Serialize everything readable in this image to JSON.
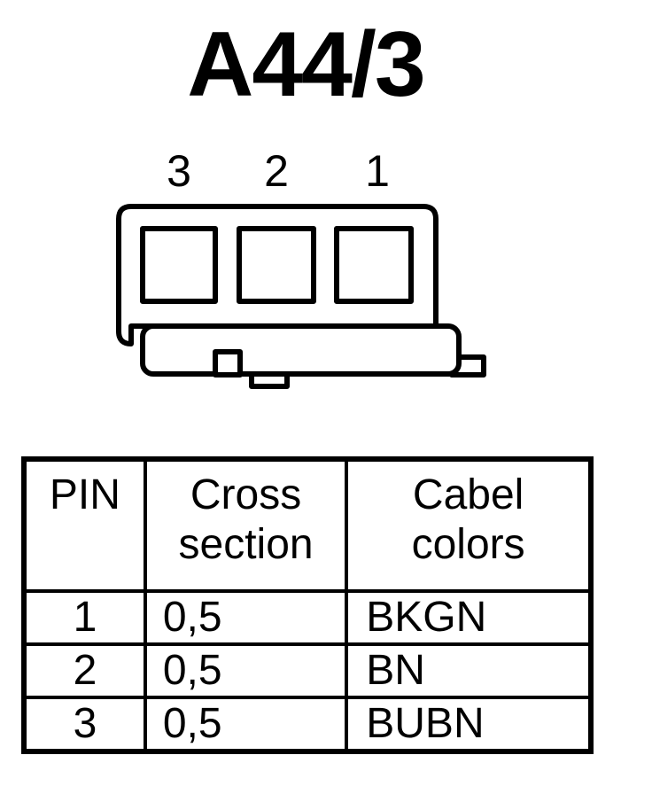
{
  "connector": {
    "title": "A44/3",
    "pin_labels": [
      "3",
      "2",
      "1"
    ]
  },
  "table": {
    "headers": {
      "pin": "PIN",
      "cross_line1": "Cross",
      "cross_line2": "section",
      "color_line1": "Cabel",
      "color_line2": "colors"
    },
    "rows": [
      {
        "pin": "1",
        "cross_section": "0,5",
        "color": "BKGN"
      },
      {
        "pin": "2",
        "cross_section": "0,5",
        "color": "BN"
      },
      {
        "pin": "3",
        "cross_section": "0,5",
        "color": "BUBN"
      }
    ]
  },
  "colors": {
    "ink": "#000000",
    "background": "#ffffff"
  }
}
